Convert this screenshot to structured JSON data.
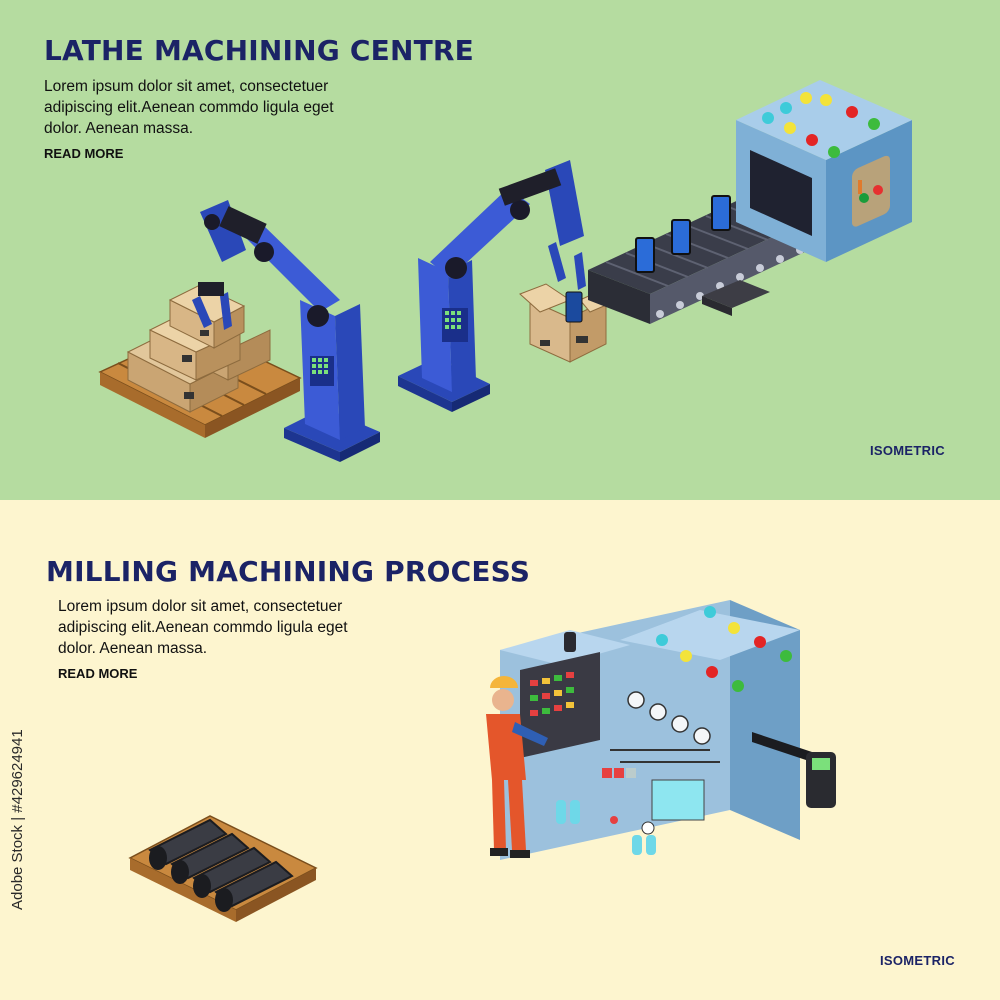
{
  "sections": [
    {
      "title": "LATHE MACHINING CENTRE",
      "body": "Lorem ipsum dolor sit amet, consectetuer adipiscing elit.Aenean commdo ligula eget dolor. Aenean massa.",
      "read_more": "READ MORE",
      "tag": "ISOMETRIC",
      "background": "#b5dca0"
    },
    {
      "title": "MILLING MACHINING PROCESS",
      "body": "Lorem ipsum dolor sit amet, consectetuer adipiscing elit.Aenean commdo ligula eget dolor. Aenean massa.",
      "read_more": "READ MORE",
      "tag": "ISOMETRIC",
      "background": "#fdf5cf"
    }
  ],
  "stock_id": "Adobe Stock | #429624941",
  "colors": {
    "heading": "#1b2366",
    "robot_arm": "#3c5bd6",
    "machine": "#8fb6d4",
    "box": "#d9b98c",
    "pallet": "#c9893f"
  }
}
